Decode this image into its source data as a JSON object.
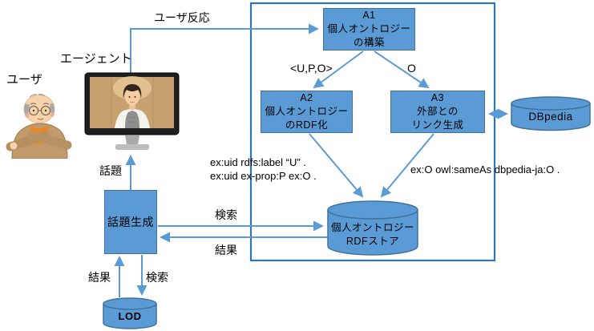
{
  "diagram": {
    "actors": {
      "user_label": "ユーザ",
      "agent_label": "エージェント"
    },
    "boxes": {
      "a1": {
        "title": "A1",
        "line1": "個人オントロジー",
        "line2": "の構築"
      },
      "a2": {
        "title": "A2",
        "line1": "個人オントロジー",
        "line2": "のRDF化"
      },
      "a3": {
        "title": "A3",
        "line1": "外部との",
        "line2": "リンク生成"
      },
      "topic_gen": {
        "label": "話題生成"
      }
    },
    "stores": {
      "dbpedia": {
        "label": "DBpedia"
      },
      "rdf_store": {
        "line1": "個人オントロジー",
        "line2": "RDFストア"
      },
      "lod": {
        "label": "LOD"
      }
    },
    "edge_labels": {
      "user_reaction": "ユーザ反応",
      "topic": "話題",
      "upo": "<U,P,O>",
      "o": "O",
      "search_store": "検索",
      "result_store": "結果",
      "result_lod": "結果",
      "search_lod": "検索",
      "triple_label": "ex:uid rdfs:label “U” .",
      "triple_prop": "ex:uid ex-prop:P ex:O .",
      "sameas": "ex:O owl:sameAs dbpedia-ja:O ."
    },
    "colors": {
      "node_fill": "#5B9BD5",
      "node_border": "#41719C",
      "arrow": "#5B9BD5",
      "frame": "#2E75B6"
    }
  }
}
